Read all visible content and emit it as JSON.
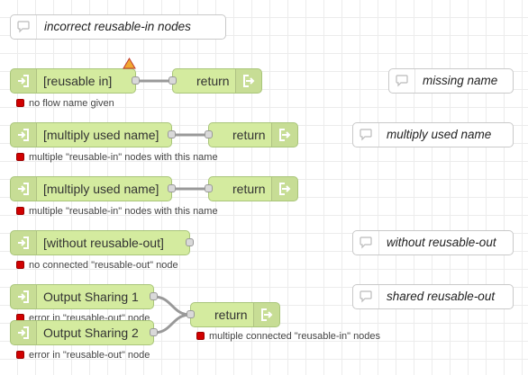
{
  "title_comment": "incorrect reusable-in nodes",
  "groups": [
    {
      "in_label": "[reusable in]",
      "return_label": "return",
      "status": "no flow name given",
      "comment": "missing name"
    },
    {
      "in_label": "[multiply used name]",
      "return_label": "return",
      "status": "multiple \"reusable-in\" nodes with this name",
      "comment": "multiply used name"
    },
    {
      "in_label": "[multiply used name]",
      "return_label": "return",
      "status": "multiple \"reusable-in\" nodes with this name"
    },
    {
      "in_label": "[without reusable-out]",
      "status": "no connected \"reusable-out\" node",
      "comment": "without reusable-out"
    },
    {
      "in1_label": "Output Sharing 1",
      "in1_status": "error in \"reusable-out\" node",
      "in2_label": "Output Sharing 2",
      "in2_status": "error in \"reusable-out\" node",
      "return_label": "return",
      "return_status": "multiple connected \"reusable-in\" nodes",
      "comment": "shared reusable-out"
    }
  ],
  "colors": {
    "node": "#d4eb9f",
    "wire": "#999999",
    "status_error": "#d10000",
    "warning": "#f0a830"
  },
  "icons": {
    "in_node": "arrow-into-box-icon",
    "return_node": "arrow-out-of-box-icon",
    "comment": "speech-bubble-icon",
    "warning": "warning-triangle-icon"
  }
}
